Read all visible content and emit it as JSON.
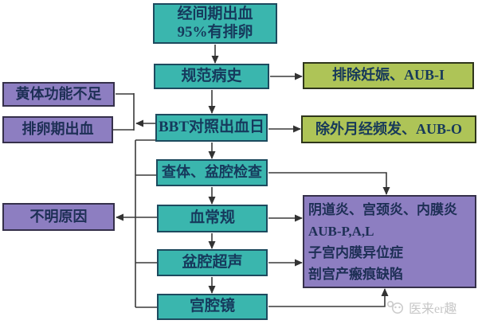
{
  "diagram": {
    "nodes": {
      "start": {
        "line1": "经间期出血",
        "line2": "95%有排卵"
      },
      "history": {
        "label": "规范病史"
      },
      "bbt": {
        "label": "BBT对照出血日"
      },
      "exam": {
        "label": "查体、盆腔检查"
      },
      "blood": {
        "label": "血常规"
      },
      "ultrasound": {
        "label": "盆腔超声"
      },
      "hysteroscopy": {
        "label": "宫腔镜"
      },
      "luteal_insufficiency": {
        "label": "黄体功能不足"
      },
      "ovulation_bleeding": {
        "label": "排卵期出血"
      },
      "unknown_cause": {
        "label": "不明原因"
      },
      "exclude_pregnancy": {
        "label": "排除妊娠、AUB-I"
      },
      "exclude_frequent_menses": {
        "label": "除外月经频发、AUB-O"
      },
      "findings": {
        "line1": "阴道炎、宫颈炎、内膜炎",
        "line2": "AUB-P,A,L",
        "line3": "子宫内膜异位症",
        "line4": "剖宫产瘢痕缺陷"
      }
    },
    "edges": [
      {
        "from": "start",
        "to": "history"
      },
      {
        "from": "history",
        "to": "exclude_pregnancy"
      },
      {
        "from": "history",
        "to": "bbt"
      },
      {
        "from": "bbt",
        "to": "luteal_insufficiency"
      },
      {
        "from": "bbt",
        "to": "ovulation_bleeding"
      },
      {
        "from": "bbt",
        "to": "exclude_frequent_menses"
      },
      {
        "from": "bbt",
        "to": "exam"
      },
      {
        "from": "exam",
        "to": "blood"
      },
      {
        "from": "exam",
        "to": "findings"
      },
      {
        "from": "blood",
        "to": "ultrasound"
      },
      {
        "from": "blood",
        "to": "findings"
      },
      {
        "from": "ultrasound",
        "to": "hysteroscopy"
      },
      {
        "from": "ultrasound",
        "to": "findings"
      },
      {
        "from": "hysteroscopy",
        "to": "findings"
      },
      {
        "from": "left_rail",
        "to": "unknown_cause"
      }
    ],
    "colors": {
      "process_fill": "#3ab6ae",
      "result_fill": "#8d7ec1",
      "exclusion_fill": "#aec457",
      "line": "#3a3a3a",
      "text": "#16395c"
    }
  },
  "watermark": {
    "text": "医来er趣"
  }
}
